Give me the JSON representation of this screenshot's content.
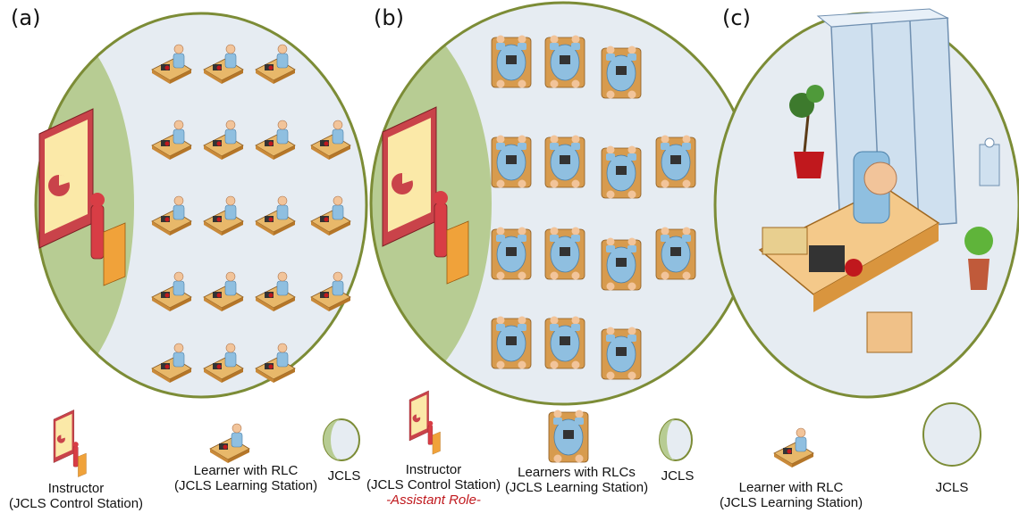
{
  "panels": [
    {
      "label": "(a)"
    },
    {
      "label": "(b)"
    },
    {
      "label": "(c)"
    }
  ],
  "legend": {
    "a_instructor": {
      "line1": "Instructor",
      "line2": "(JCLS Control Station)"
    },
    "a_learner": {
      "line1": "Learner with RLC",
      "line2": "(JCLS Learning Station)"
    },
    "a_jcls": "JCLS",
    "b_instructor": {
      "line1": "Instructor",
      "line2": "(JCLS Control Station)",
      "line3": "-Assistant Role-"
    },
    "b_learners": {
      "line1": "Learners with RLCs",
      "line2": "(JCLS Learning Station)"
    },
    "b_jcls": "JCLS",
    "c_learner": {
      "line1": "Learner with RLC",
      "line2": "(JCLS Learning Station)"
    },
    "c_jcls": "JCLS"
  },
  "colors": {
    "circle_fill": "#e6ecf2",
    "circle_stroke": "#7c8c36",
    "instructor_zone": "#b7cc93",
    "learner_shirt": "#8fbfe0",
    "desk": "#e8b86a",
    "board_frame": "#c9434a",
    "board_face": "#fbe9a8"
  },
  "icons": {
    "instructor": "presenter-at-board-icon",
    "learner": "learner-at-desk-icon",
    "group": "learner-group-table-icon",
    "jcls": "jcls-circle-icon"
  }
}
